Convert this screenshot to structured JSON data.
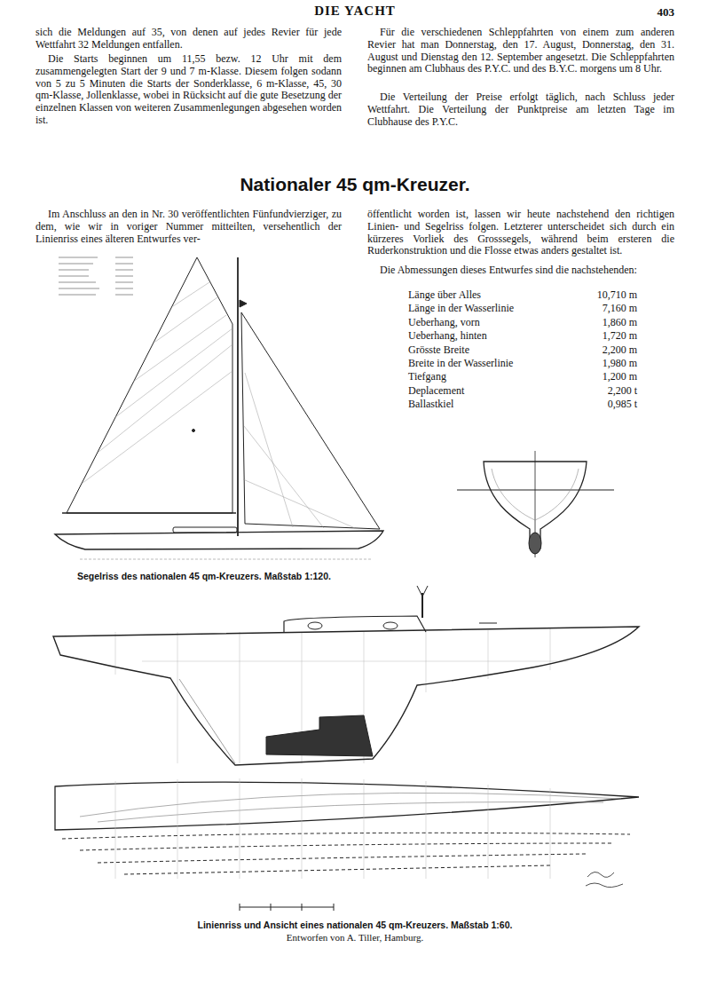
{
  "diagram": {
    "title": "Nationaler 45 qm-Kreuzer.",
    "caption": "Linienriss und Ansicht eines nationalen 45 qm-Kreuzers. Maßstab 1:60.",
    "labels": [
      "DIE YACHT",
      "403",
      "sich die Meldungen auf 35, von denen auf jedes Revier für jede Wettfahrt 32 Meldungen entfallen.",
      "Die Starts beginnen um 11,55 bezw. 12 Uhr mit dem zusammengelegten Start der 9 und 7 m-Klasse. Diesem folgen sodann von 5 zu 5 Minuten die Starts der Sonderklasse, 6 m-Klasse, 45, 30 qm-Klasse, Jollenklasse, wobei in Rücksicht auf die gute Besetzung der einzelnen Klassen von weiteren Zusammenlegungen abgesehen worden ist.",
      "Für die verschiedenen Schleppfahrten von einem zum anderen Revier hat man Donnerstag, den 17. August, Donnerstag, den 31. August und Dienstag den 12. September angesetzt. Die Schleppfahrten beginnen am Clubhaus des P.Y.C. und des B.Y.C. morgens um 8 Uhr.",
      "Die Verteilung der Preise erfolgt täglich, nach Schluss jeder Wettfahrt. Die Verteilung der Punktpreise am letzten Tage im Clubhause des P.Y.C.",
      "Im Anschluss an den in Nr. 30 veröffentlichten Fünfundvierziger, zu dem, wie wir in voriger Nummer mitteilten, versehentlich der Linienriss eines älteren Entwurfes ver-",
      "öffentlicht worden ist, lassen wir heute nachstehend den richtigen Linien- und Segelriss folgen. Letzterer unterscheidet sich durch ein kürzeres Vorliek des Grosssegels, während beim ersteren die Ruderkonstruktion und die Flosse etwas anders gestaltet ist.",
      "Die Abmessungen dieses Entwurfes sind die nachstehenden:",
      "Länge über Alles",
      "10,710 m",
      "Länge in der Wasserlinie",
      "7,160 m",
      "Ueberhang, vorn",
      "1,860 m",
      "Ueberhang, hinten",
      "1,720 m",
      "Grösste Breite",
      "2,200 m",
      "Breite in der Wasserlinie",
      "1,980 m",
      "Tiefgang",
      "1,200 m",
      "Deplacement",
      "2,200 t",
      "Ballastkiel",
      "0,985 t",
      "Segelriss des nationalen 45 qm-Kreuzers. Maßstab 1:120.",
      "Entworfen von A. Tiller, Hamburg."
    ]
  }
}
